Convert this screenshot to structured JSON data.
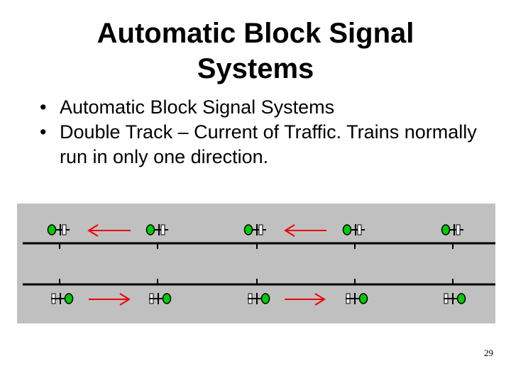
{
  "slide": {
    "title_line1": "Automatic Block Signal",
    "title_line2": "Systems",
    "bullets": [
      "Automatic Block Signal Systems",
      "Double Track – Current of Traffic.  Trains normally run in only one direction."
    ],
    "page_number": "29"
  },
  "diagram": {
    "background": "#c0c0c0",
    "track_color": "#000000",
    "signal_aspect_color": "#00cc00",
    "arrow_color": "#ee0000",
    "tracks": [
      {
        "name": "upper-track",
        "direction": "left",
        "signal_count": 5,
        "arrow_count": 2
      },
      {
        "name": "lower-track",
        "direction": "right",
        "signal_count": 5,
        "arrow_count": 2
      }
    ]
  }
}
